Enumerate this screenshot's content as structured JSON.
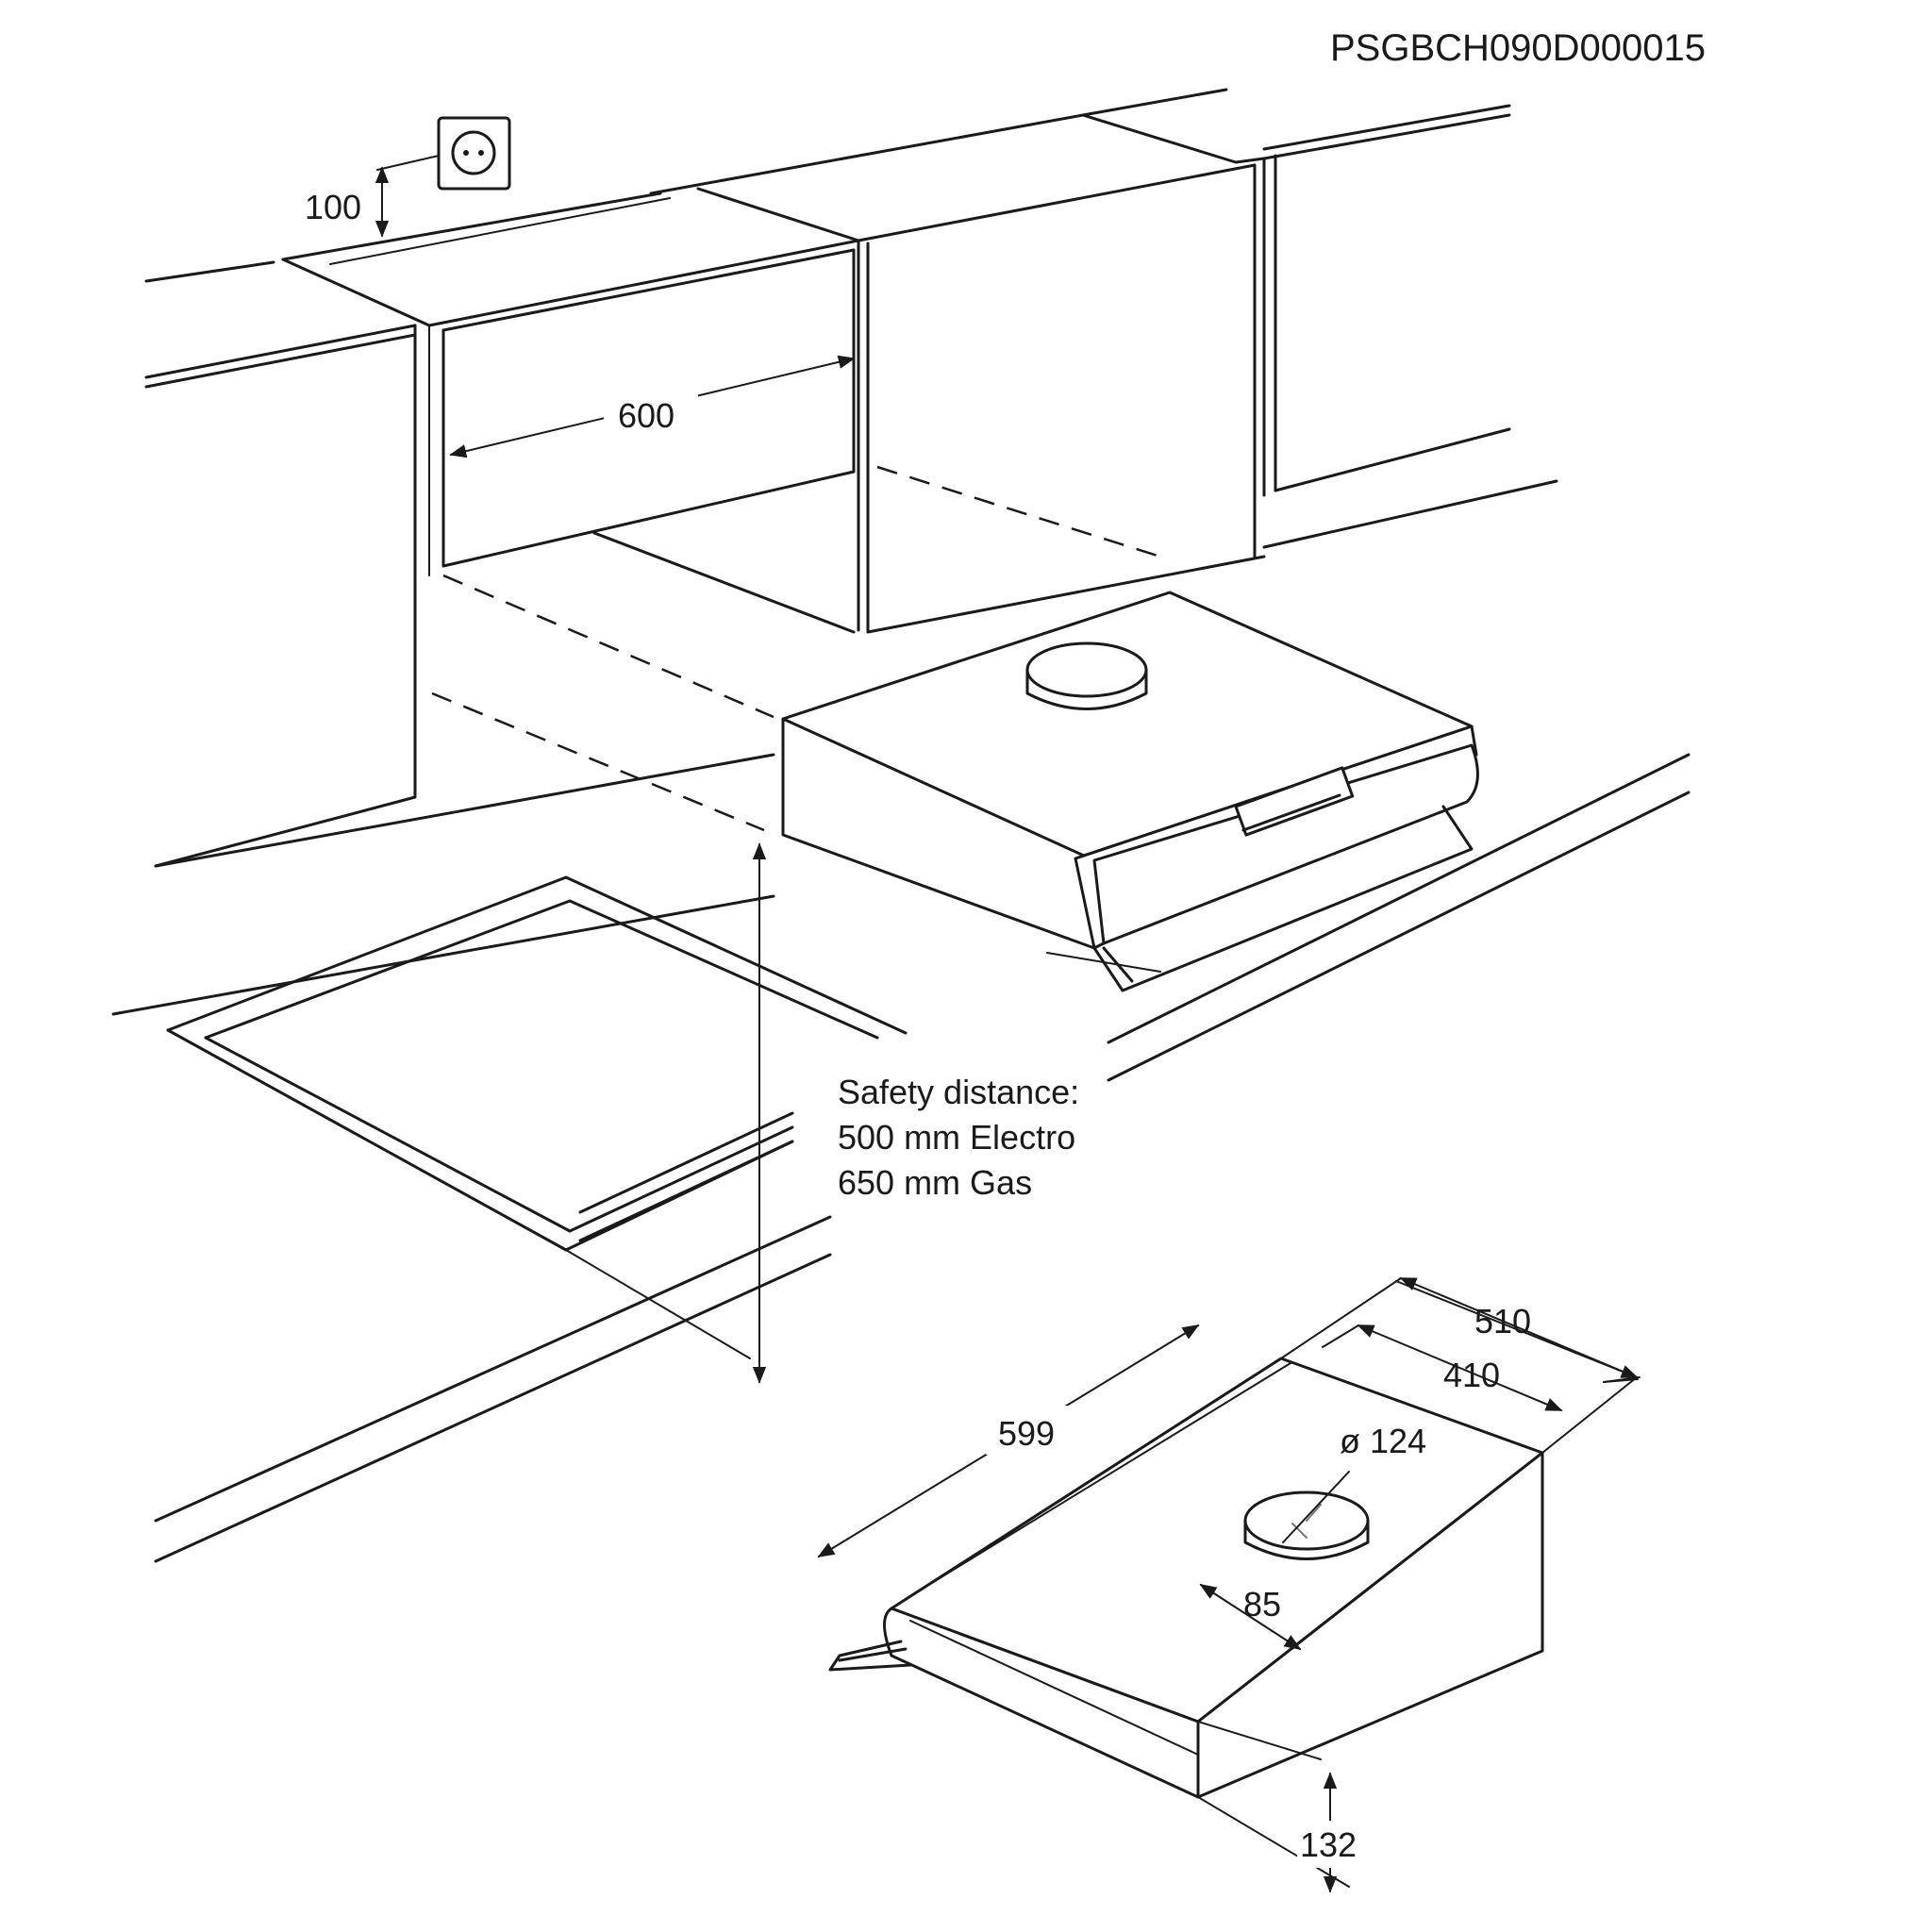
{
  "doc_code": "PSGBCH090D000015",
  "dimensions": {
    "socket_height": "100",
    "cabinet_width": "600",
    "hood_width": "599",
    "hood_depth_total": "510",
    "hood_depth_top": "410",
    "duct_diameter": "ø 124",
    "duct_offset": "85",
    "hood_height": "132"
  },
  "safety_note": {
    "line1": "Safety distance:",
    "line2": "500 mm Electro",
    "line3": "650 mm Gas"
  },
  "colors": {
    "line": "#1a1a1a",
    "background": "#ffffff"
  }
}
